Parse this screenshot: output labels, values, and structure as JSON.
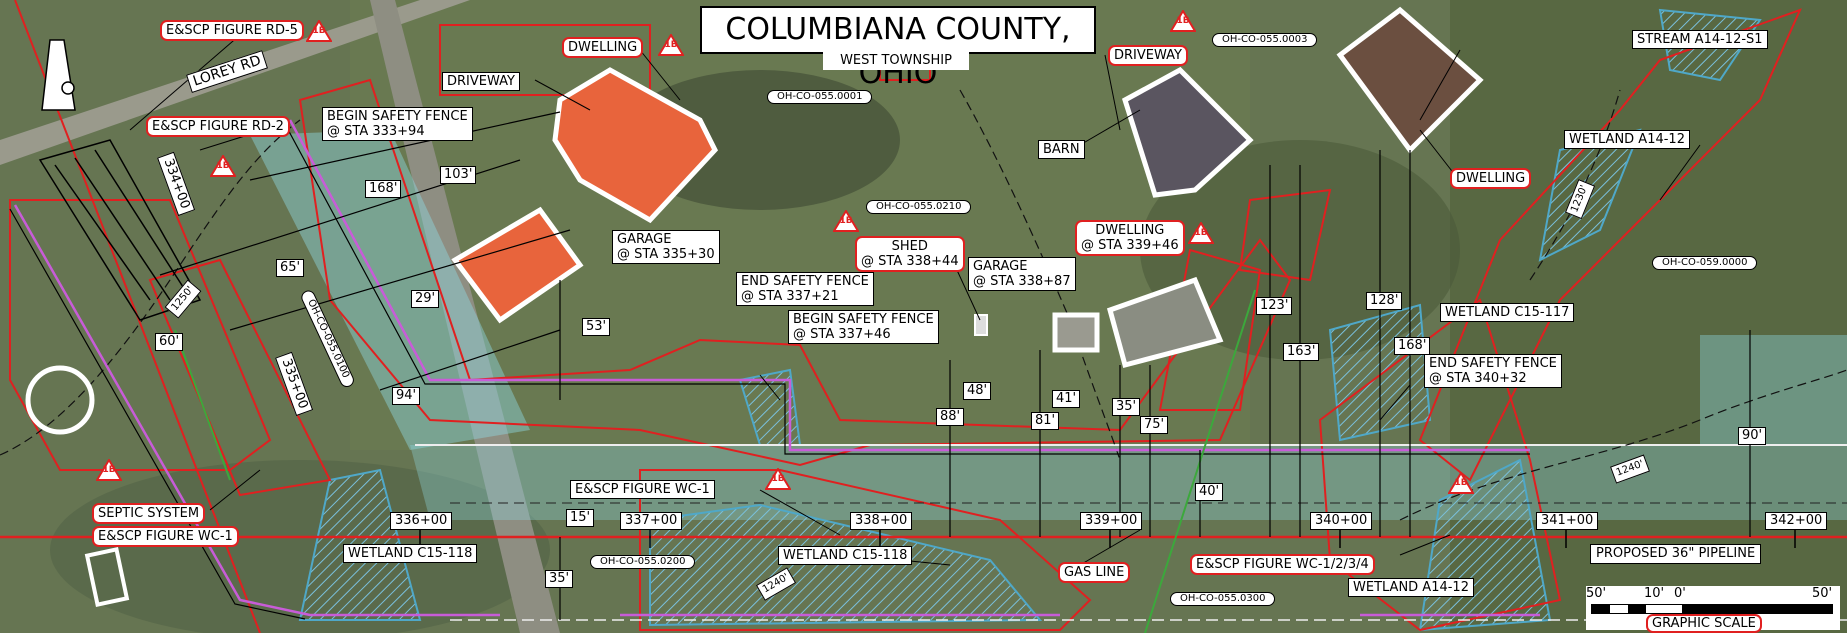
{
  "map": {
    "title": "COLUMBIANA COUNTY, OHIO",
    "subtitle": "WEST TOWNSHIP",
    "road_name": "LOREY RD",
    "pipeline_label": "PROPOSED 36\" PIPELINE",
    "scale": {
      "caption": "GRAPHIC SCALE",
      "left": "50'",
      "mid1": "10'",
      "mid2": "0'",
      "right": "50'"
    },
    "parcels": [
      "OH-CO-055.0001",
      "OH-CO-055.0003",
      "OH-CO-055.0210",
      "OH-CO-055.0100",
      "OH-CO-059.0000",
      "OH-CO-055.0200",
      "OH-CO-055.0300"
    ],
    "stations_rotated": [
      "334+00",
      "335+00"
    ],
    "stations": [
      "336+00",
      "337+00",
      "338+00",
      "339+00",
      "340+00",
      "341+00",
      "342+00"
    ],
    "dimensions": [
      "168'",
      "103'",
      "65'",
      "29'",
      "53'",
      "60'",
      "94'",
      "48'",
      "88'",
      "41'",
      "81'",
      "35'",
      "75'",
      "123'",
      "128'",
      "168'",
      "163'",
      "90'",
      "15'",
      "35'",
      "40'"
    ],
    "contours": [
      "1250'",
      "1230'",
      "1240'",
      "1240'"
    ],
    "badge": "1B",
    "labels": {
      "rd5": "E&SCP FIGURE RD-5",
      "rd2": "E&SCP FIGURE RD-2",
      "begin_fence_1": "BEGIN SAFETY FENCE\n@ STA 333+94",
      "dwelling_1": "DWELLING",
      "driveway_1": "DRIVEWAY",
      "garage_1": "GARAGE\n@ STA 335+30",
      "end_fence_1": "END SAFETY FENCE\n@ STA 337+21",
      "begin_fence_2": "BEGIN SAFETY FENCE\n@ STA 337+46",
      "shed": "SHED\n@ STA 338+44",
      "garage_2": "GARAGE\n@ STA 338+87",
      "dwelling_2": "DWELLING\n@ STA 339+46",
      "driveway_2": "DRIVEWAY",
      "barn": "BARN",
      "dwelling_3": "DWELLING",
      "stream": "STREAM A14-12-S1",
      "wetland_a14_top": "WETLAND A14-12",
      "wetland_c15_117": "WETLAND C15-117",
      "end_fence_2": "END SAFETY FENCE\n@ STA 340+32",
      "septic": "SEPTIC SYSTEM",
      "wc1_left": "E&SCP FIGURE WC-1",
      "wetland_c15_118_left": "WETLAND C15-118",
      "wc1_mid": "E&SCP FIGURE WC-1",
      "wetland_c15_118_mid": "WETLAND C15-118",
      "gas_line": "GAS LINE",
      "wc1234": "E&SCP FIGURE WC-1/2/3/4",
      "wetland_a14_bottom": "WETLAND A14-12"
    },
    "colors": {
      "red_boundary": "#e02020",
      "fence": "#c85cd8",
      "wetland": "#4fa8c8",
      "workspace": "#8fd8e0",
      "roof": "#e8643c",
      "pipeline": "#e02020"
    }
  }
}
